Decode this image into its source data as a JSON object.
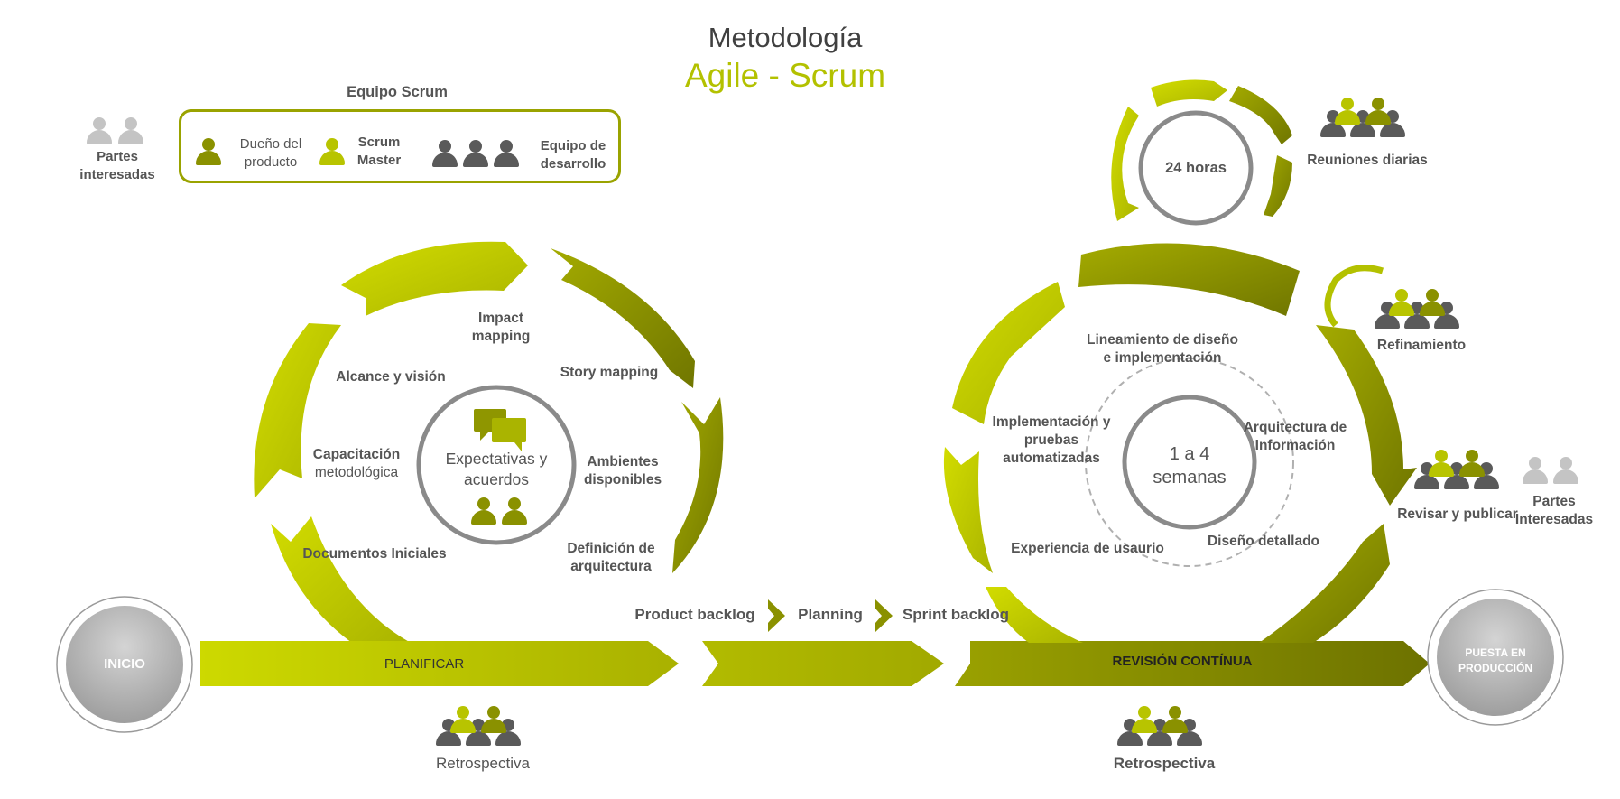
{
  "title": {
    "line1": "Metodología",
    "line2": "Agile - Scrum"
  },
  "team": {
    "title": "Equipo Scrum",
    "product_owner": "Dueño del producto",
    "scrum_master": "Scrum Master",
    "dev_team": "Equipo de desarrollo"
  },
  "stakeholders_top": "Partes interesadas",
  "stakeholders_right": "Partes Interesadas",
  "planning_cycle": {
    "center": "Expectativas y acuerdos",
    "items": [
      "Impact mapping",
      "Story mapping",
      "Ambientes disponibles",
      "Definición de arquitectura",
      "Documentos Iniciales",
      "Capacitación",
      "metodológica",
      "Alcance y visión"
    ]
  },
  "sprint_cycle": {
    "center": "1 a 4 semanas",
    "items": [
      "Lineamiento de diseño e implementación",
      "Arquitectura de Información",
      "Diseño detallado",
      "Experiencia de usaurio",
      "Implementación y pruebas automatizadas"
    ]
  },
  "daily": {
    "center": "24 horas",
    "label": "Reuniones diarias"
  },
  "refinement": "Refinamiento",
  "review_publish": "Revisar y publicar",
  "flow": {
    "product_backlog": "Product backlog",
    "planning": "Planning",
    "sprint_backlog": "Sprint backlog"
  },
  "bands": {
    "plan": "PLANIFICAR",
    "review": "REVISIÓN CONTÍNUA"
  },
  "start": "INICIO",
  "end": "PUESTA EN PRODUCCIÓN",
  "retro_left": "Retrospectiva",
  "retro_right": "Retrospectiva",
  "colors": {
    "lime": "#c8d400",
    "olive": "#7f8600",
    "dark_olive": "#6d7200",
    "gray": "#5a5a5a",
    "light_gray": "#c8c8c8"
  }
}
